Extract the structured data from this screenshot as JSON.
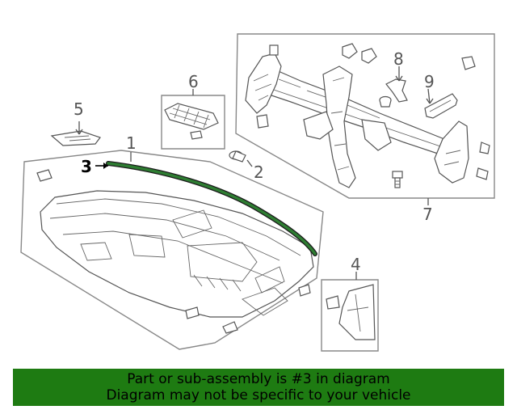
{
  "callouts": {
    "c1": "1",
    "c2": "2",
    "c3": "3",
    "c4": "4",
    "c5": "5",
    "c6": "6",
    "c7": "7",
    "c8": "8",
    "c9": "9"
  },
  "banner": {
    "line1": "Part or sub-assembly is #3 in diagram",
    "line2": "Diagram may not be specific to your vehicle"
  },
  "colors": {
    "highlight_part": "#2e7d32",
    "banner_bg": "#1e7b12"
  },
  "highlighted_callout": "3"
}
